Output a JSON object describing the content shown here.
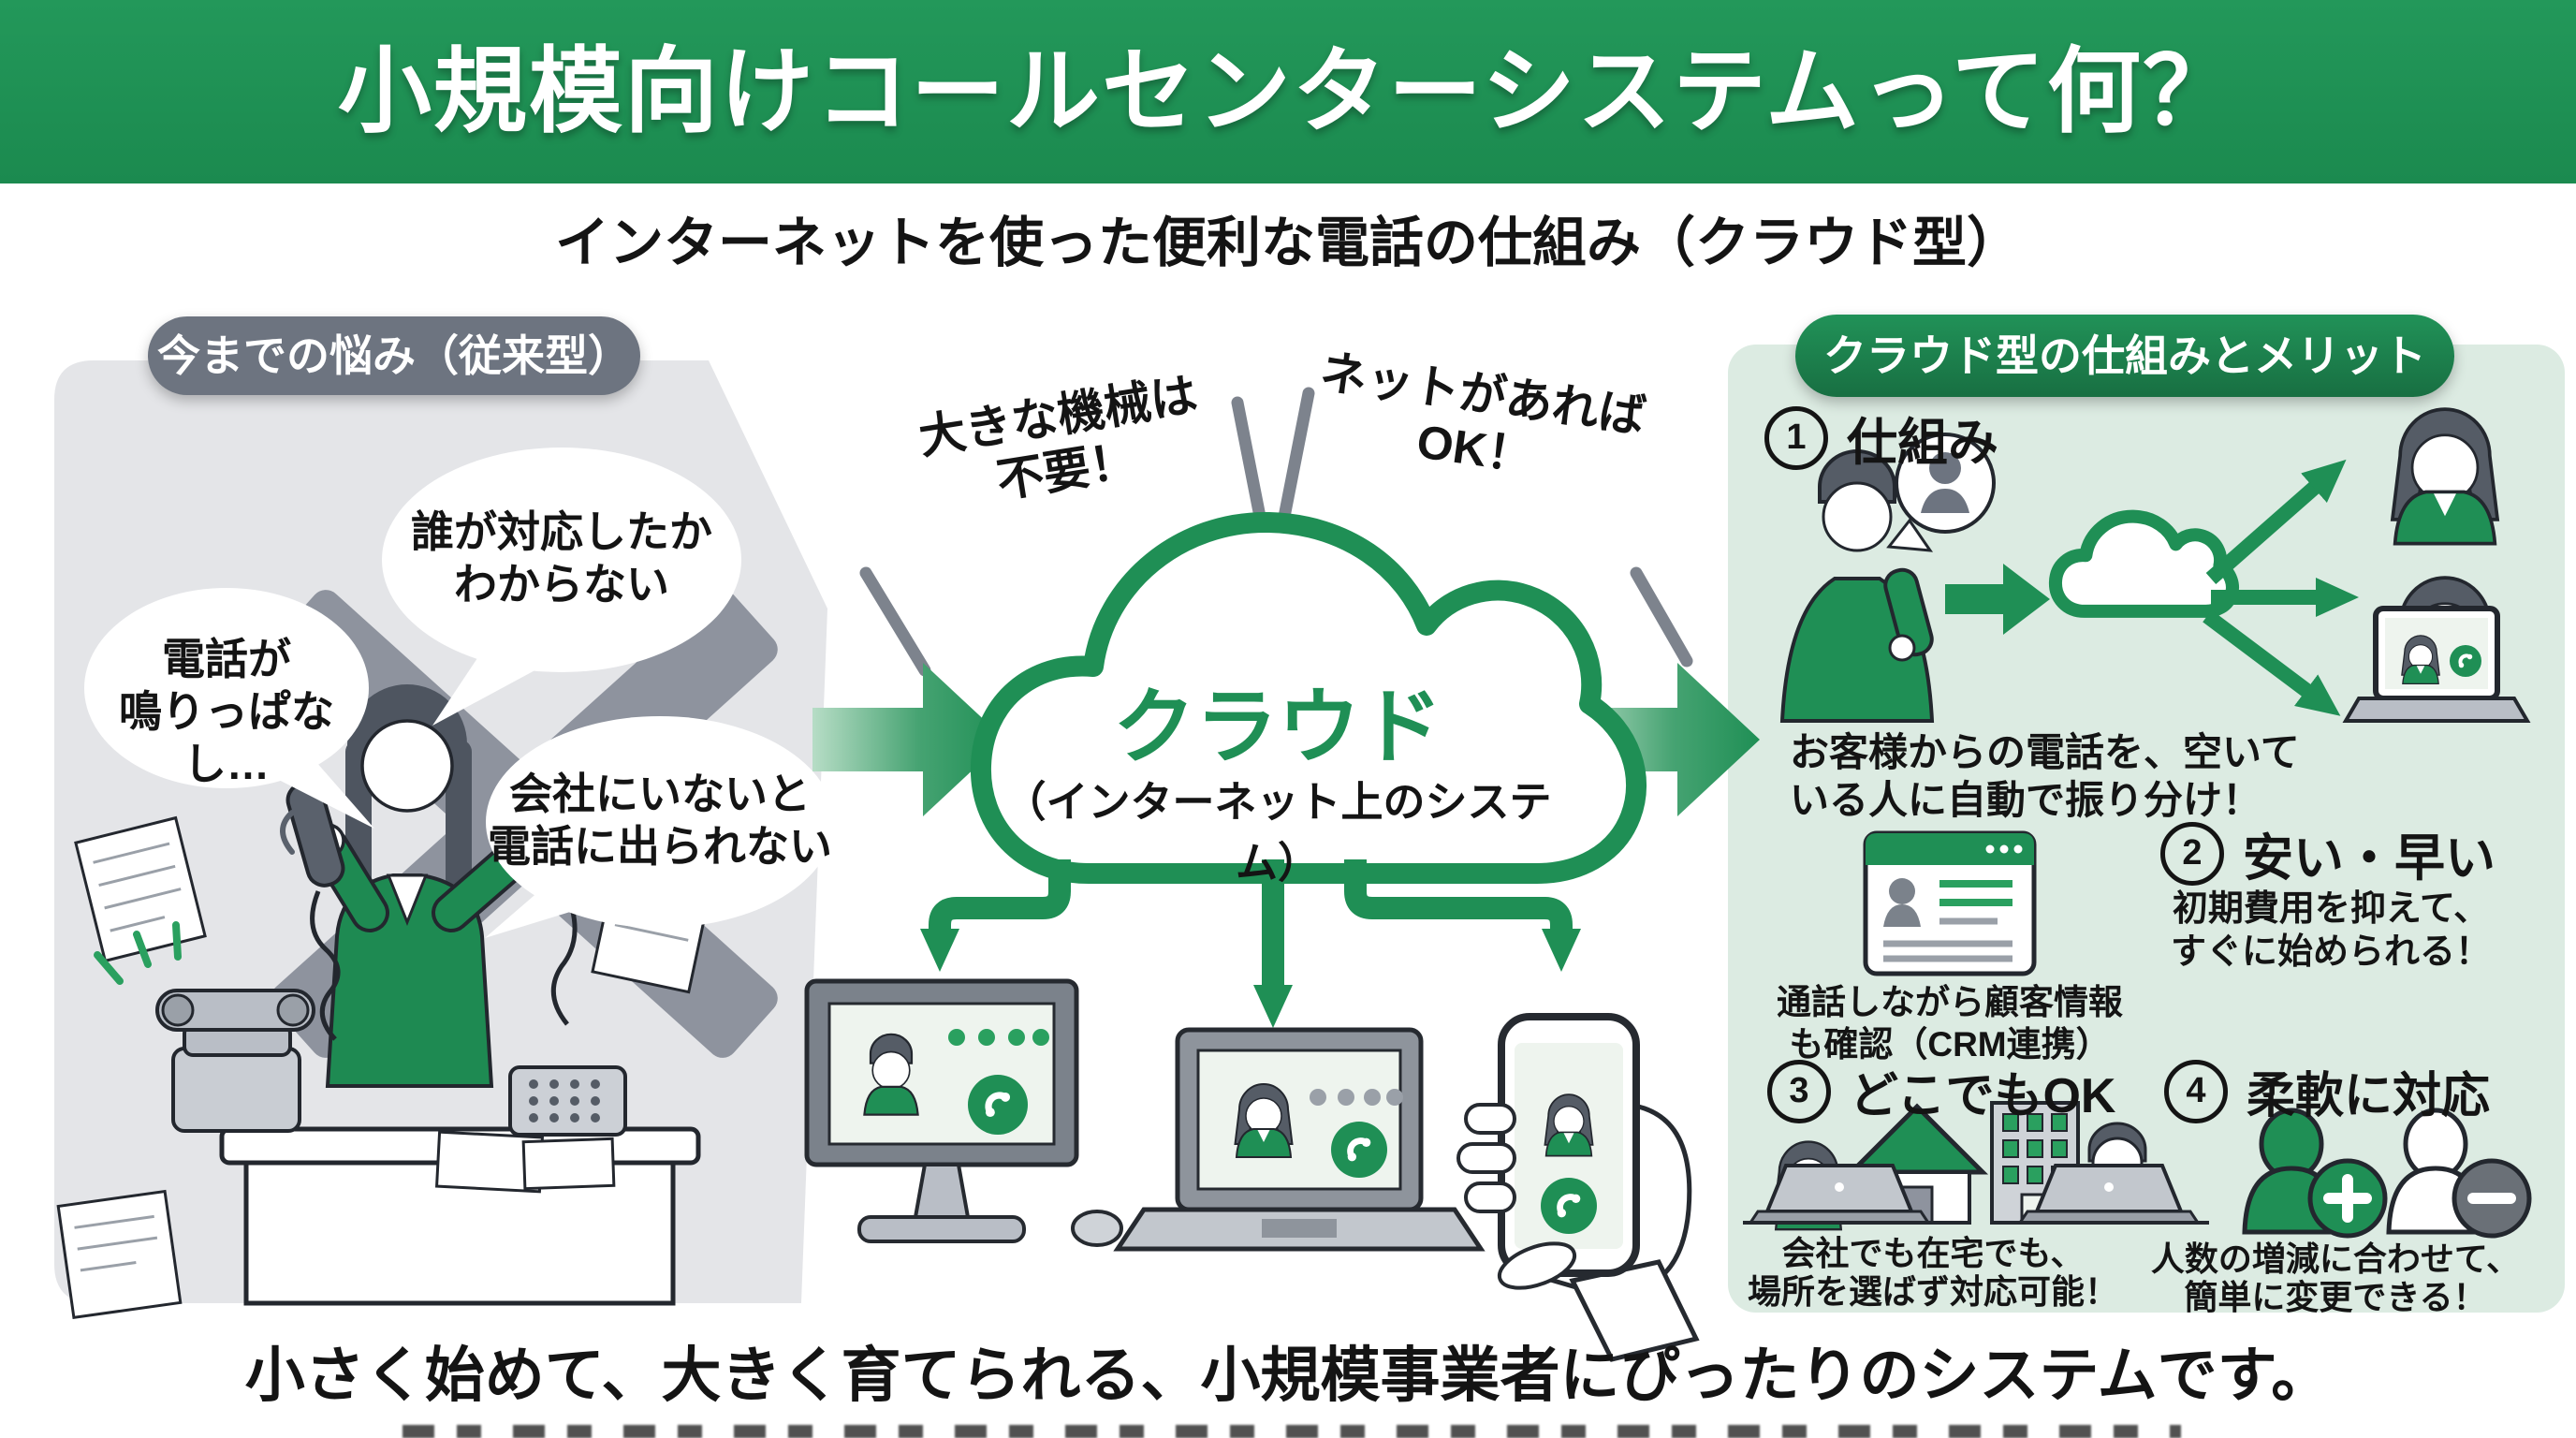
{
  "title": "小規模向けコールセンターシステムって何？",
  "subtitle": "インターネットを使った便利な電話の仕組み（クラウド型）",
  "footer": "小さく始めて、大きく育てられる、小規模事業者にぴったりのシステムです。",
  "colors": {
    "banner_green": "#1f9356",
    "accent_green": "#1f8f55",
    "merits_panel_bg": "#dcebe2",
    "legacy_panel_bg": "#e4e5e8",
    "legacy_pill_gray": "#6d7480",
    "x_mark_gray": "#8e939e"
  },
  "legacy": {
    "header": "今までの悩み（従来型）",
    "bubble1": "電話が\n鳴りっぱなし…",
    "bubble2": "誰が対応したか\nわからない",
    "bubble3": "会社にいないと\n電話に出られない"
  },
  "cloud": {
    "note_left": "大きな機械は\n不要！",
    "note_right": "ネットがあれば\nOK！",
    "label": "クラウド",
    "sublabel": "（インターネット上のシステム）"
  },
  "merits": {
    "header": "クラウド型の仕組みとメリット",
    "item1": {
      "num": "1",
      "title": "仕組み",
      "caption": "お客様からの電話を、空いて\nいる人に自動で振り分け！"
    },
    "crm_caption": "通話しながら顧客情報\nも確認（CRM連携）",
    "item2": {
      "num": "2",
      "title": "安い・早い",
      "caption": "初期費用を抑えて、\nすぐに始められる！"
    },
    "item3": {
      "num": "3",
      "title": "どこでもOK",
      "caption": "会社でも在宅でも、\n場所を選ばず対応可能！"
    },
    "item4": {
      "num": "4",
      "title": "柔軟に対応",
      "caption": "人数の増減に合わせて、\n簡単に変更できる！"
    }
  }
}
